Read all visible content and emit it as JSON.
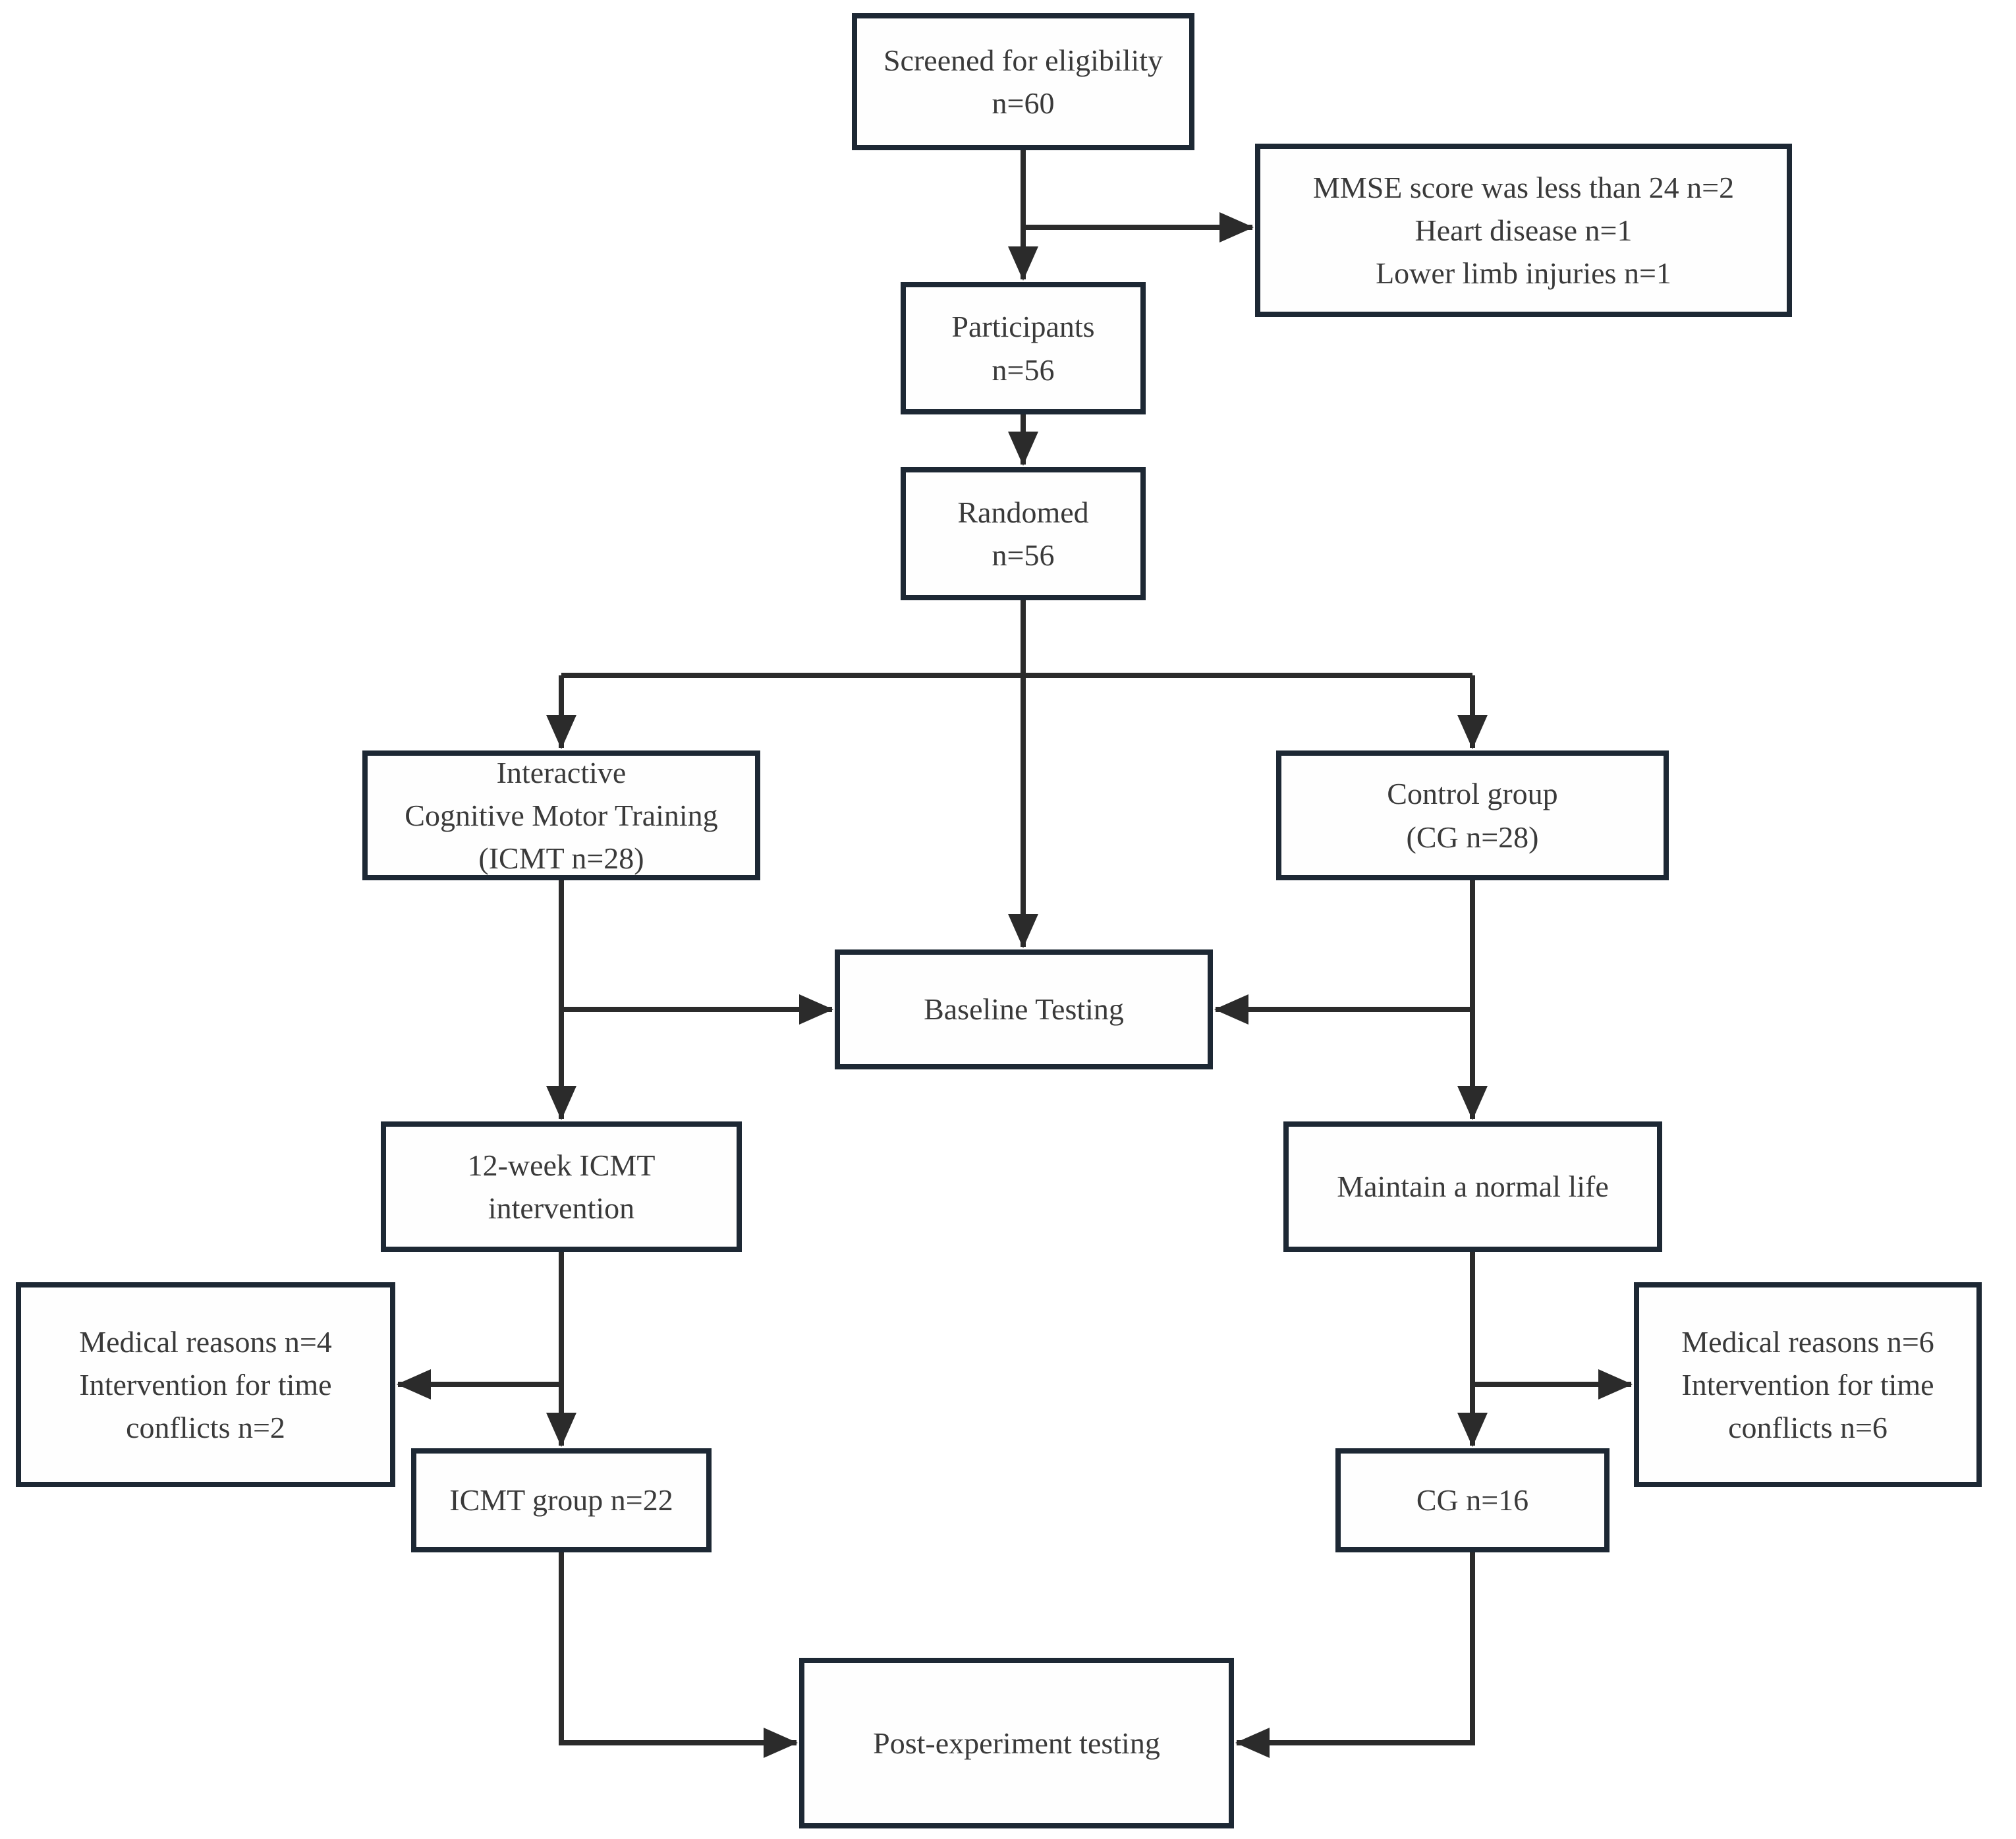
{
  "diagram_type": "participant-flow-chart",
  "colors": {
    "box_border": "#1d2834",
    "connector": "#2b2b2b",
    "text": "#3a3a3a",
    "background": "#ffffff"
  },
  "nodes": {
    "screened": {
      "lines": [
        "Screened for eligibility",
        "n=60"
      ]
    },
    "excluded_top": {
      "lines": [
        "MMSE score was less than 24 n=2",
        "Heart disease n=1",
        "Lower limb injuries n=1"
      ]
    },
    "participants": {
      "lines": [
        "Participants",
        "n=56"
      ]
    },
    "randomed": {
      "lines": [
        "Randomed",
        "n=56"
      ]
    },
    "icmt": {
      "lines": [
        "Interactive",
        "Cognitive Motor Training",
        "(ICMT n=28)"
      ]
    },
    "control": {
      "lines": [
        "Control group",
        "(CG n=28)"
      ]
    },
    "baseline": {
      "lines": [
        "Baseline Testing"
      ]
    },
    "week12": {
      "lines": [
        "12-week ICMT",
        "intervention"
      ]
    },
    "maintain": {
      "lines": [
        "Maintain a normal life"
      ]
    },
    "dropout_left": {
      "lines": [
        "Medical reasons n=4",
        "Intervention for time",
        "conflicts n=2"
      ]
    },
    "dropout_right": {
      "lines": [
        "Medical reasons n=6",
        "Intervention for time",
        "conflicts n=6"
      ]
    },
    "icmt_group": {
      "lines": [
        "ICMT group n=22"
      ]
    },
    "cg_group": {
      "lines": [
        "CG n=16"
      ]
    },
    "post": {
      "lines": [
        "Post-experiment testing"
      ]
    }
  }
}
